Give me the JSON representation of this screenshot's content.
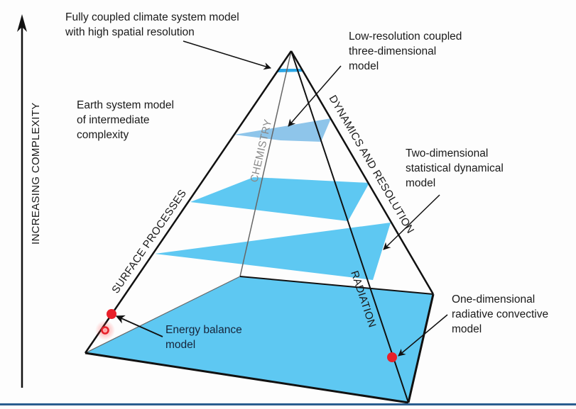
{
  "diagram": {
    "title_axis": "INCREASING COMPLEXITY",
    "edges": {
      "surface": "SURFACE PROCESSES",
      "chemistry": "CHEMISTRY",
      "dynamics": "DYNAMICS AND RESOLUTION",
      "radiation": "RADIATION"
    },
    "annotations": {
      "fully_coupled": "Fully coupled climate system model\nwith high spatial resolution",
      "low_resolution": "Low-resolution coupled\nthree-dimensional\nmodel",
      "emic": "Earth system model\nof intermediate\ncomplexity",
      "two_dimensional": "Two-dimensional\nstatistical dynamical\nmodel",
      "one_dimensional": "One-dimensional\nradiative convective\nmodel",
      "energy_balance": "Energy balance\nmodel"
    },
    "colors": {
      "plane": "#5ec8f2",
      "plane_light": "#8ec5ea",
      "top_plane": "#2aa6e6",
      "marker": "#e8202a",
      "line": "#111111",
      "chemistry_line": "#666666",
      "bottom_bar": "#2a5d8f"
    }
  }
}
